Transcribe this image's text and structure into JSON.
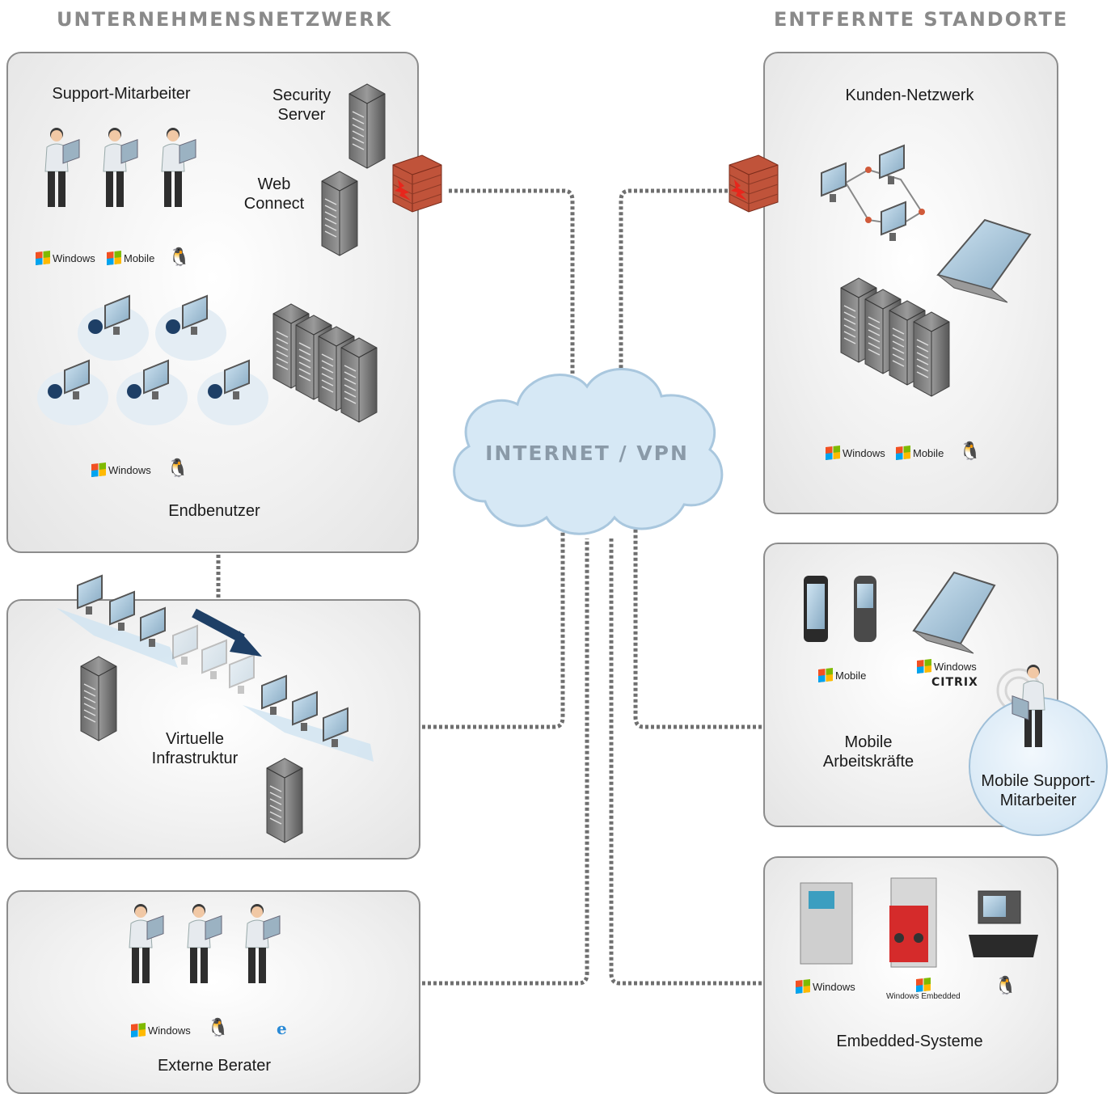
{
  "headers": {
    "left": "UNTERNEHMENSNETZWERK",
    "right": "ENTFERNTE STANDORTE"
  },
  "cloud": {
    "label": "INTERNET / VPN"
  },
  "panels": {
    "corporate": {
      "support_staff": "Support-Mitarbeiter",
      "security_server": "Security\nServer",
      "web_connect": "Web\nConnect",
      "end_users": "Endbenutzer",
      "os_row_1": [
        "Windows",
        "Mobile",
        "linux-tux-icon",
        "apple-icon"
      ],
      "os_row_2": [
        "Windows",
        "linux-tux-icon",
        "apple-icon"
      ]
    },
    "virtual": {
      "label": "Virtuelle\nInfrastruktur"
    },
    "consultants": {
      "label": "Externe Berater",
      "os_row": [
        "Windows",
        "linux-tux-icon",
        "apple-icon",
        "ie-icon"
      ]
    },
    "customer": {
      "label": "Kunden-Netzwerk",
      "os_row": [
        "Windows",
        "Mobile",
        "linux-tux-icon",
        "apple-icon"
      ]
    },
    "mobile": {
      "label": "Mobile\nArbeitskräfte",
      "os_mobile": "Mobile",
      "os_windows": "Windows",
      "citrix": "CITRIX",
      "support_label": "Mobile Support-\nMitarbeiter"
    },
    "embedded": {
      "label": "Embedded-Systeme",
      "os_windows": "Windows",
      "os_windows_embedded": "Windows Embedded",
      "os_linux": "linux-tux-icon"
    }
  },
  "colors": {
    "header": "#8a8a8a",
    "panel_border": "#8c8c8c",
    "wire": "#6f6f6f",
    "cloud_fill": "#d6e8f5",
    "cloud_text": "#8a9aa8",
    "firewall": "#c0533a"
  }
}
